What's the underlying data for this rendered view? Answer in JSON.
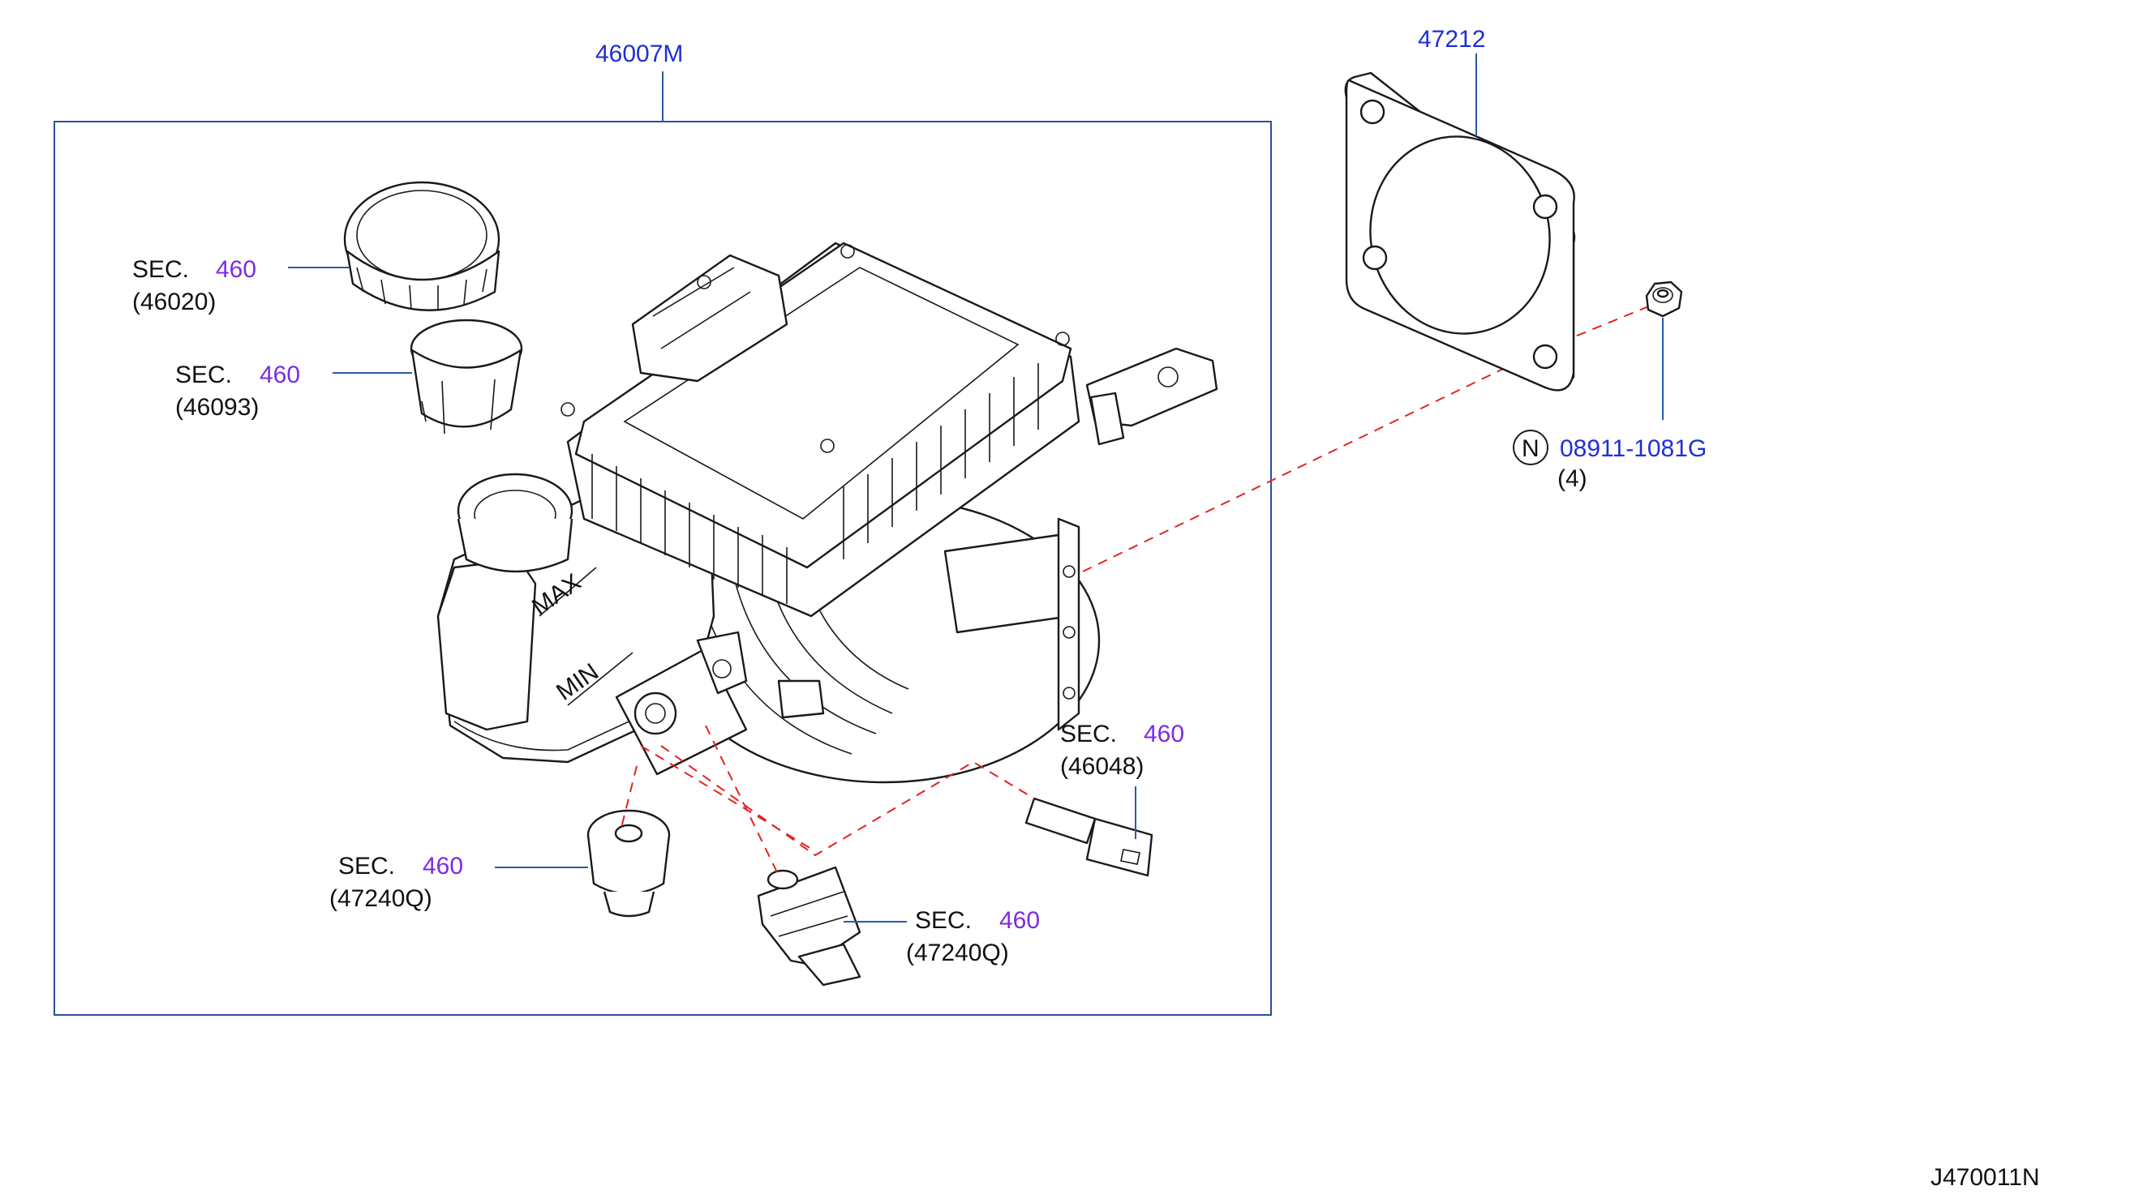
{
  "diagram_id": "J470011N",
  "assembly": {
    "part_no": "46007M"
  },
  "gasket": {
    "part_no": "47212"
  },
  "nut": {
    "symbol": "N",
    "part_no": "08911-1081G",
    "qty": "(4)"
  },
  "callouts": [
    {
      "sec": "SEC.",
      "num": "460",
      "ref": "(46020)"
    },
    {
      "sec": "SEC.",
      "num": "460",
      "ref": "(46093)"
    },
    {
      "sec": "SEC.",
      "num": "460",
      "ref": "(46048)"
    },
    {
      "sec": "SEC.",
      "num": "460",
      "ref": "(47240Q)"
    },
    {
      "sec": "SEC.",
      "num": "460",
      "ref": "(47240Q)"
    }
  ],
  "reservoir_marks": {
    "max": "MAX",
    "min": "MIN"
  },
  "colors": {
    "part_number": "#1f2fd6",
    "section": "#7b2be3",
    "frame": "#2b4f9b",
    "dashed": "#e32222"
  }
}
